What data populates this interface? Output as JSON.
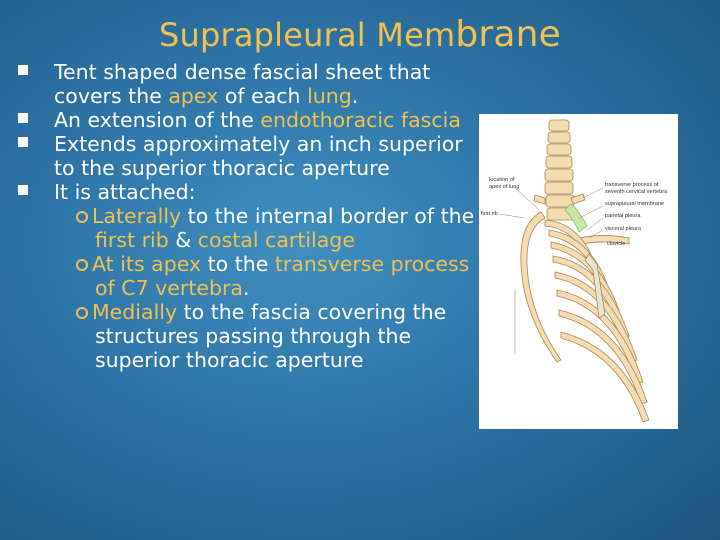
{
  "title": {
    "part1": "Suprapleural Mem",
    "part2": "brane"
  },
  "bullets": [
    {
      "segments": [
        "Tent shaped dense fascial sheet that covers the ",
        "apex",
        " of each ",
        "lung",
        "."
      ]
    },
    {
      "segments": [
        "An extension of the ",
        "endothoracic fascia"
      ]
    },
    {
      "segments": [
        "Extends approximately an inch superior to the superior thoracic aperture"
      ]
    },
    {
      "segments": [
        "It is attached:"
      ]
    }
  ],
  "sub_bullets": [
    {
      "segments": [
        "Laterally",
        " to the internal border of the ",
        "first rib",
        " & ",
        "costal cartilage"
      ]
    },
    {
      "segments": [
        "At its apex",
        " to the ",
        "transverse process of C7 vertebra",
        "."
      ]
    },
    {
      "segments": [
        "Medially",
        " to the fascia covering the structures passing through the superior thoracic aperture"
      ]
    }
  ],
  "figure": {
    "labels": {
      "apex": "location of apex of lung",
      "first_rib": "first rib",
      "transverse": "transverse process of seventh cervical vertebra",
      "membrane": "suprapleural membrane",
      "parietal": "parietal pleura",
      "visceral": "visceral pleura",
      "clavicle": "clavicle"
    }
  },
  "colors": {
    "highlight": "#f2c14e",
    "text": "#ffffff",
    "background": "#2d74a6"
  }
}
